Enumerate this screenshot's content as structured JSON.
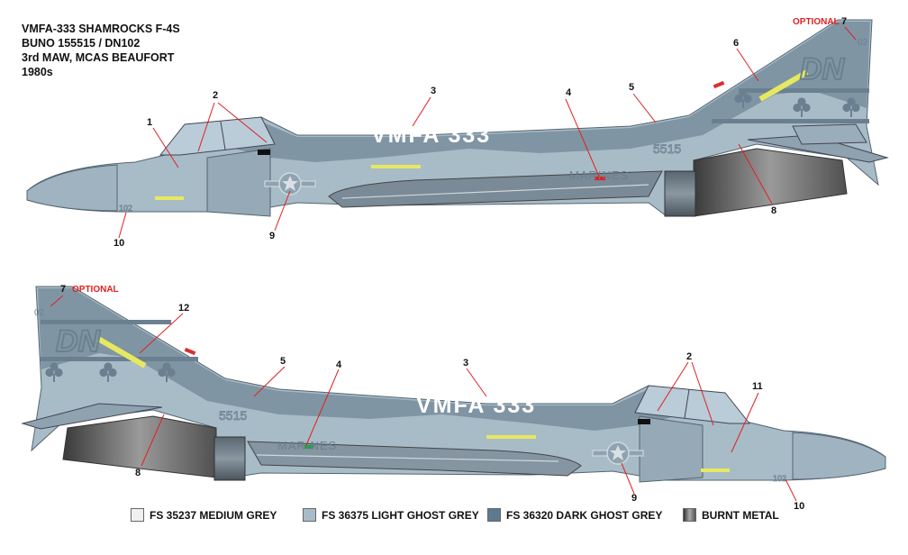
{
  "title": {
    "line1": "VMFA-333 SHAMROCKS F-4S",
    "line2": "BUNO 155515 / DN102",
    "line3": "3rd MAW, MCAS BEAUFORT",
    "line4": "1980s"
  },
  "aircraft_markings": {
    "unit_text": "VMFA 333",
    "tail_code": "DN",
    "tail_number": "02",
    "buno_short": "5515",
    "service_text": "MARINES",
    "nose_number": "102"
  },
  "callouts": {
    "c1": "1",
    "c2": "2",
    "c3": "3",
    "c4": "4",
    "c5": "5",
    "c6": "6",
    "c7": "7",
    "c8": "8",
    "c9": "9",
    "c10": "10",
    "c11": "11",
    "c12": "12",
    "optional": "OPTIONAL"
  },
  "legend": [
    {
      "label": "FS 35237 MEDIUM GREY",
      "color": "#f0f0f0"
    },
    {
      "label": "FS 36375 LIGHT GHOST GREY",
      "color": "#a8bcc8"
    },
    {
      "label": "FS 36320 DARK GHOST GREY",
      "color": "#5e7a90"
    },
    {
      "label": "BURNT METAL",
      "color": "burnt"
    }
  ],
  "colors": {
    "light_ghost": "#a8bcc8",
    "dark_ghost": "#7d92a2",
    "canopy": "#b9ccd8",
    "callout_red": "#e02020",
    "yellow": "#e8e860"
  }
}
